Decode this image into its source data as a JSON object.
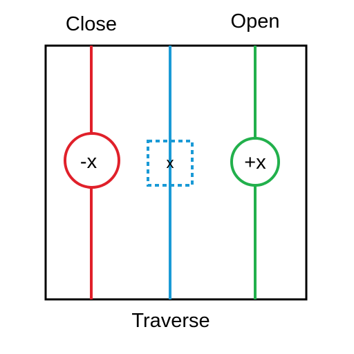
{
  "labels": {
    "close": "Close",
    "open": "Open",
    "traverse": "Traverse"
  },
  "markers": {
    "close": "-x",
    "center": "x",
    "open": "+x"
  },
  "colors": {
    "close": "#e0202a",
    "center": "#1a9ad6",
    "open": "#22b04c",
    "frame": "#000000",
    "background": "#ffffff"
  }
}
